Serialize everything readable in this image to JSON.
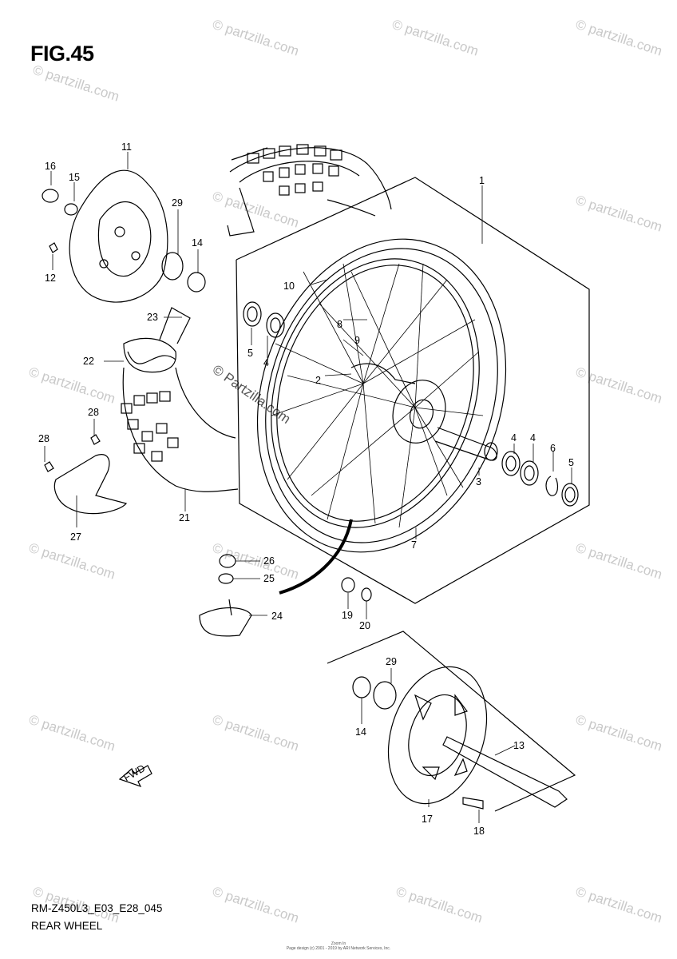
{
  "figure": {
    "title": "FIG.45",
    "model_code": "RM-Z450L3_E03_E28_045",
    "section_name": "REAR WHEEL",
    "fwd_label": "FWD"
  },
  "watermark": {
    "text": "© partzilla.com",
    "center_text": "© Partzilla.com"
  },
  "copyright": {
    "line1": "Zoom In",
    "line2": "Page design (c) 2001 - 2019 by ARI Network Services, Inc."
  },
  "callouts": [
    "1",
    "2",
    "3",
    "4",
    "4",
    "4",
    "5",
    "5",
    "6",
    "7",
    "8",
    "9",
    "10",
    "11",
    "12",
    "13",
    "14",
    "14",
    "15",
    "16",
    "17",
    "18",
    "19",
    "20",
    "21",
    "22",
    "23",
    "24",
    "25",
    "26",
    "27",
    "28",
    "28",
    "29",
    "29"
  ],
  "colors": {
    "line": "#000000",
    "watermark": "#c9c9c9"
  }
}
